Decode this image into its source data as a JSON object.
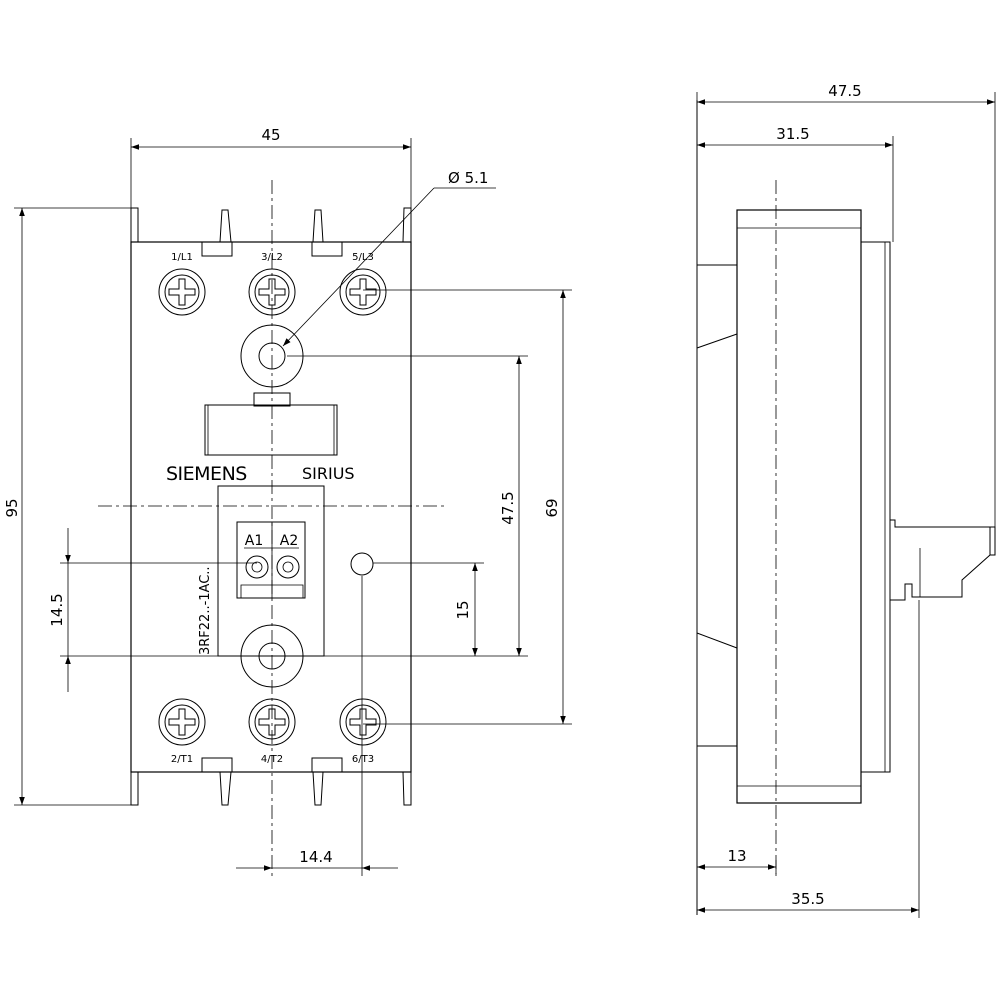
{
  "front_view": {
    "dims": {
      "width": "45",
      "height": "95",
      "hole_diameter": "Ø 5.1",
      "hole_spacing": "47.5",
      "terminal_spacing": "69",
      "offset_15": "15",
      "offset_14_5": "14.5",
      "offset_14_4": "14.4"
    },
    "terminals_top": [
      "1/L1",
      "3/L2",
      "5/L3"
    ],
    "terminals_bottom": [
      "2/T1",
      "4/T2",
      "6/T3"
    ],
    "coil_terminals": [
      "A1",
      "A2"
    ],
    "brand": "SIEMENS",
    "product_line": "SIRIUS",
    "model": "3RF22..-1AC.."
  },
  "side_view": {
    "dims": {
      "depth": "47.5",
      "depth_body": "31.5",
      "offset_13": "13",
      "depth_35_5": "35.5"
    }
  }
}
